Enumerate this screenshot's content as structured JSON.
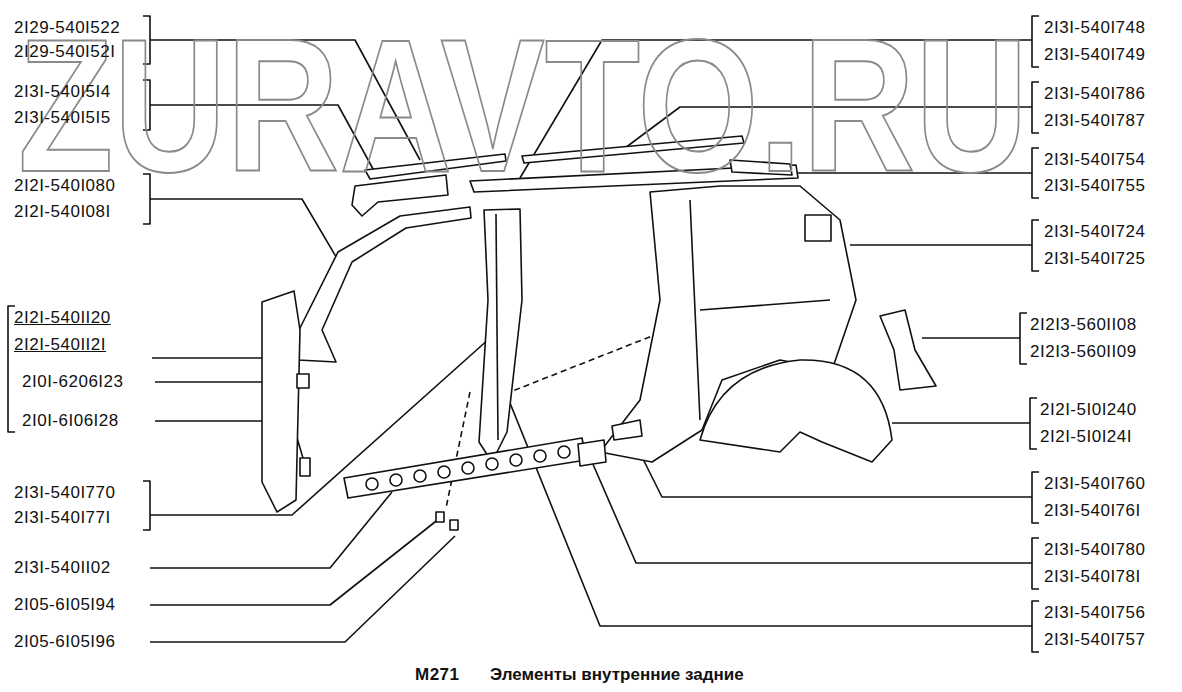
{
  "diagram": {
    "caption": "Элементы внутренние задние",
    "labels": [
      "ZURAVTO.RU",
      "2I29-540I522",
      "2I29-540I52I",
      "2I3I-540I5I4",
      "2I3I-540I5I5",
      "2I2I-540I080",
      "2I2I-540I08I",
      "2I2I-540II20",
      "2I2I-540II2I",
      "2I0I-6206I23",
      "2I0I-6I06I28",
      "2I3I-540I770",
      "2I3I-540I77I",
      "2I3I-540II02",
      "2I05-6I05I94",
      "2I05-6I05I96",
      "M271",
      "2I3I-540I748",
      "2I3I-540I749",
      "2I3I-540I786",
      "2I3I-540I787",
      "2I3I-540I754",
      "2I3I-540I755",
      "2I3I-540I724",
      "2I3I-540I725",
      "2I2I3-560II08",
      "2I2I3-560II09",
      "2I2I-5I0I240",
      "2I2I-5I0I24I",
      "2I3I-540I760",
      "2I3I-540I76I",
      "2I3I-540I780",
      "2I3I-540I78I",
      "2I3I-540I756",
      "2I3I-540I757"
    ]
  }
}
